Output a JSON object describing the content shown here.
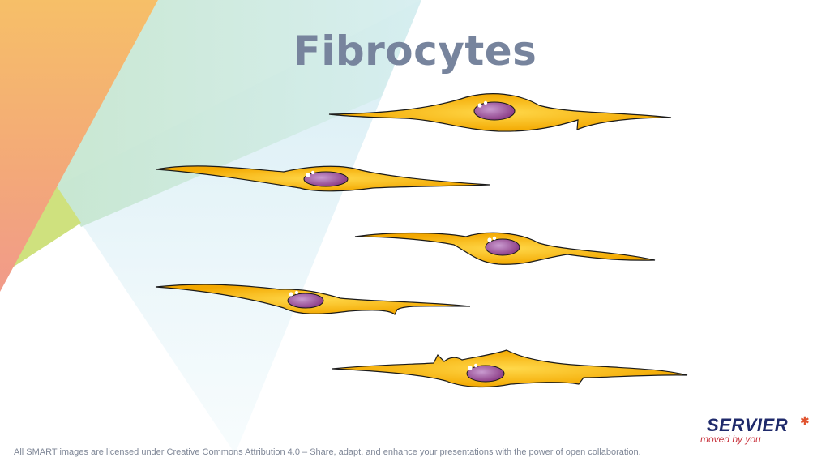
{
  "title": "Fibrocytes",
  "license": "All SMART images are licensed under Creative Commons Attribution 4.0 – Share, adapt, and enhance your presentations with the power of open collaboration.",
  "logo": {
    "name": "SERVIER",
    "tagline": "moved by you"
  },
  "colors": {
    "title": "#77849d",
    "cell_body": "#f5b000",
    "cell_highlight": "#ffd84a",
    "nucleus": "#9c4f96",
    "nucleus_highlight": "#c99bd0",
    "outline": "#1a1a1a"
  },
  "icons": {
    "logo_mark": "asterisk-star-icon"
  }
}
